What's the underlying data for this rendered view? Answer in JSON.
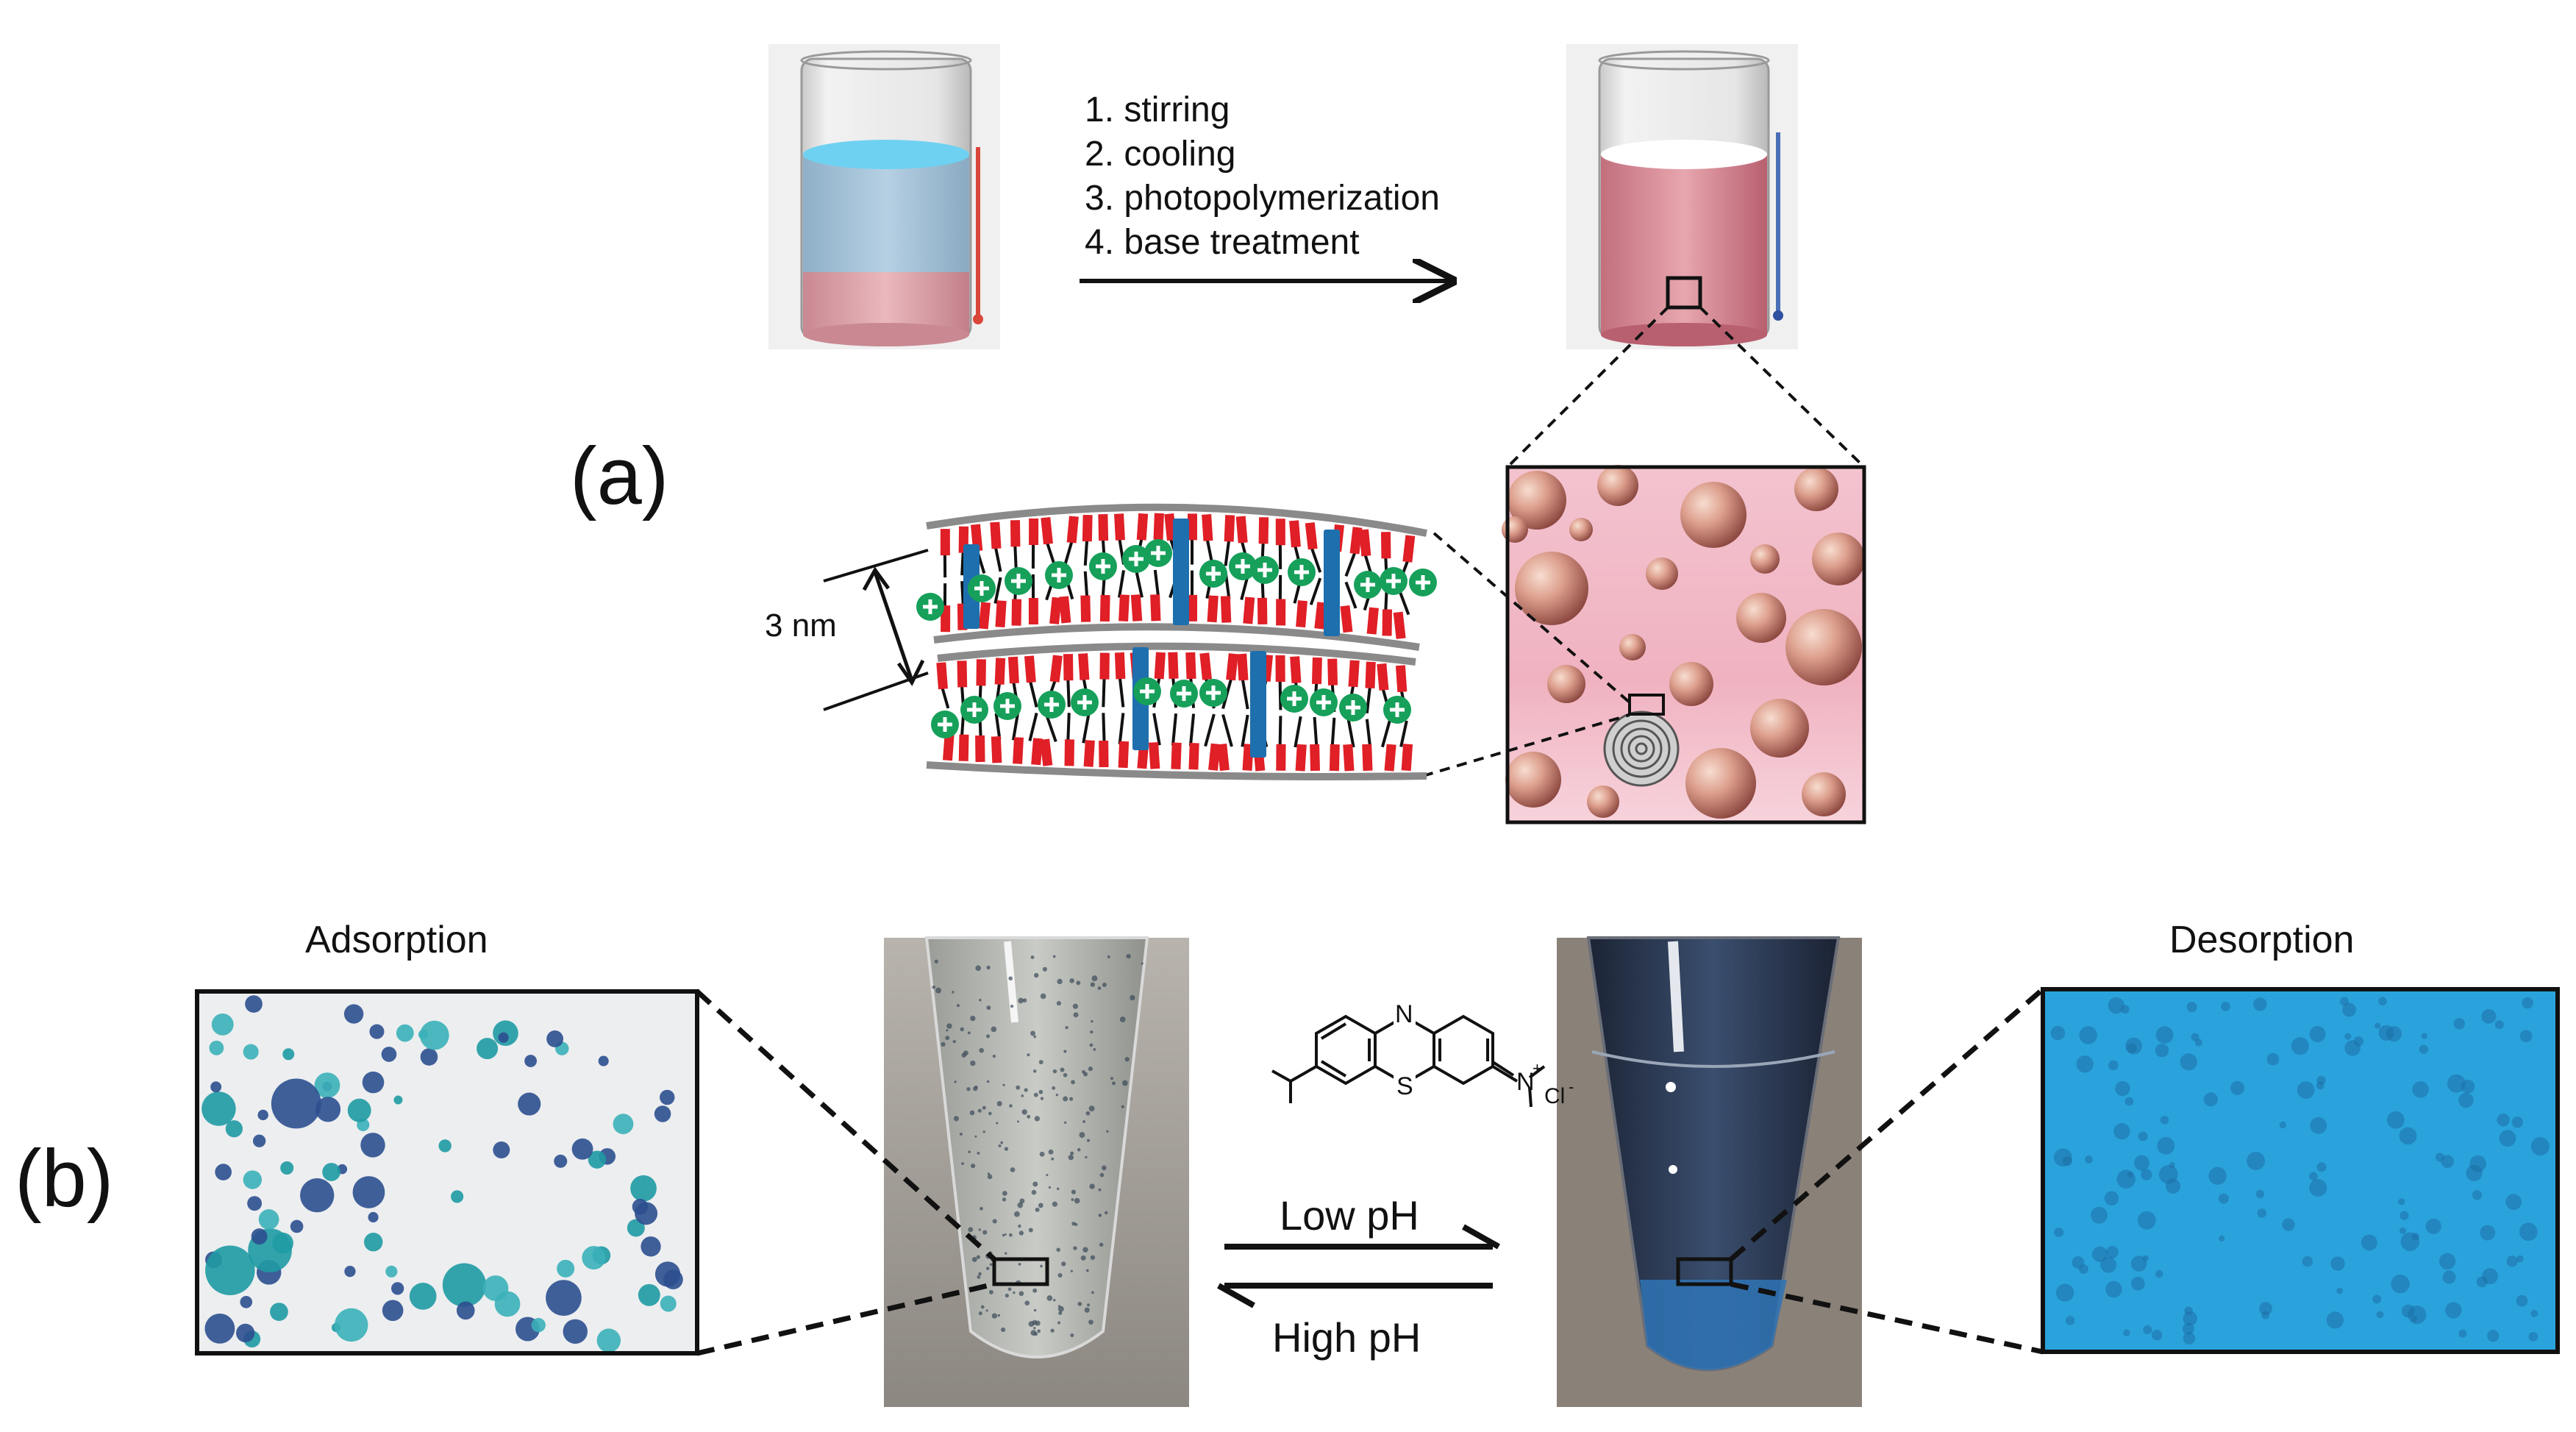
{
  "panel_a": {
    "label": "(a)",
    "steps": [
      "1. stirring",
      "2. cooling",
      "3. photopolymerization",
      "4. base treatment"
    ],
    "dimension": "3 nm"
  },
  "panel_b": {
    "label": "(b)",
    "left_title": "Adsorption",
    "right_title": "Desorption",
    "forward": "Low pH",
    "reverse": "High pH",
    "molecule": {
      "atom_n": "N",
      "atom_s": "S",
      "atom_n_plus": "N",
      "plus": "+",
      "chloride": "Cl",
      "minus": "-"
    }
  },
  "colors": {
    "blue_liquid": "#a9c6dc",
    "pink_liquid": "#d99aa4",
    "lipid_red": "#e01f26",
    "rod_blue": "#1e6fae",
    "charge_green": "#16a05a",
    "micro_blue": "#2a9fd8"
  }
}
